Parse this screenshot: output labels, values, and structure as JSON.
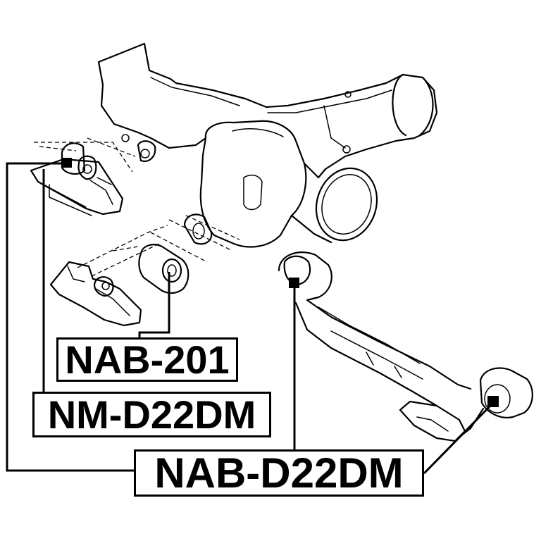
{
  "labels": {
    "nab_201": "NAB-201",
    "nm_d22dm": "NM-D22DM",
    "nab_d22dm": "NAB-D22DM"
  },
  "colors": {
    "line": "#000000",
    "background": "#ffffff"
  }
}
